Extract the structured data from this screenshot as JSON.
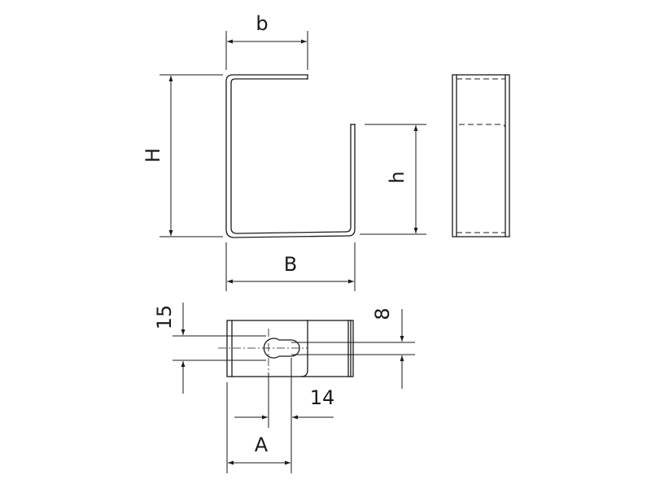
{
  "dimensions": {
    "b": "b",
    "H": "H",
    "h": "h",
    "B": "B",
    "d15": "15",
    "d8": "8",
    "d14": "14",
    "A": "A"
  }
}
